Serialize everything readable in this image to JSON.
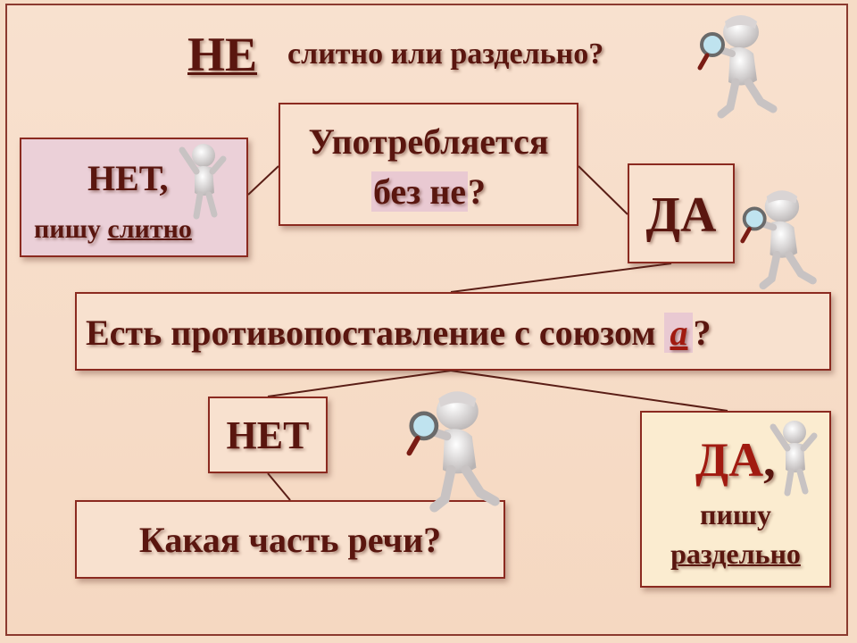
{
  "title": {
    "ne": "НЕ",
    "rest": "слитно или раздельно?"
  },
  "boxes": {
    "net_slitno": {
      "line1": "НЕТ,",
      "line2_prefix": "пишу ",
      "line2_underlined": "слитно"
    },
    "upotreblyaetsya": {
      "line1": "Употребляется",
      "line2_highlight": "без не",
      "line2_suffix": "?"
    },
    "da_first": "ДА",
    "est_protivopostavlenie": {
      "prefix": "Есть противопоставление  с союзом ",
      "highlight": "а",
      "suffix": "?"
    },
    "net_second": "НЕТ",
    "kakaya_chast": "Какая часть речи?",
    "da_razdelno": {
      "line1_red": "ДА",
      "line1_suffix": ",",
      "line2": "пишу",
      "line3_underlined": "раздельно"
    }
  },
  "icons": [
    "detective-magnifier-figure-icon",
    "cheering-figure-icon"
  ],
  "colors": {
    "background": "#f6dcc6",
    "text": "#5a160f",
    "accent_red": "#a11a10",
    "border": "#8b2a20",
    "pink_box": "#ebd0d8",
    "cream_box": "#fbecd0"
  }
}
